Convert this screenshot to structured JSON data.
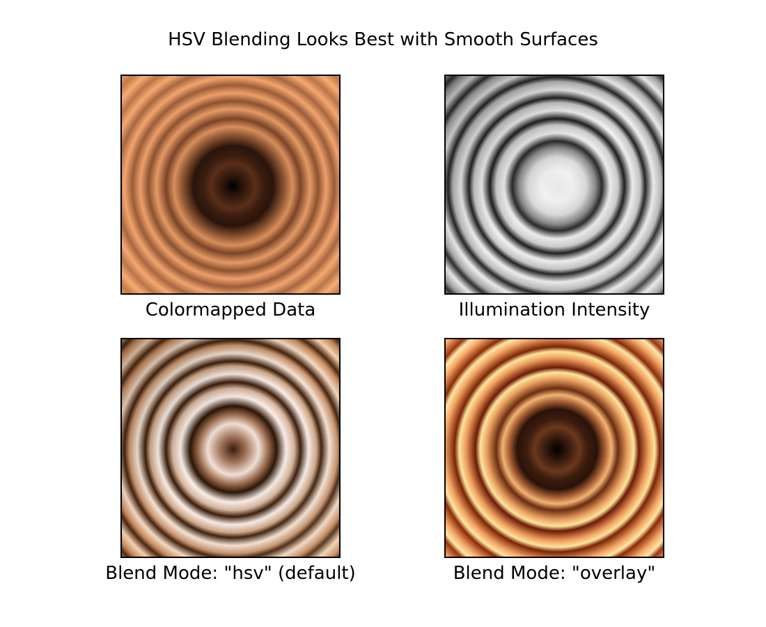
{
  "title": "HSV Blending Looks Best with Smooth Surfaces",
  "panels": [
    {
      "caption": "Colormapped Data"
    },
    {
      "caption": "Illumination Intensity"
    },
    {
      "caption": "Blend Mode: \"hsv\" (default)"
    },
    {
      "caption": "Blend Mode: \"overlay\""
    }
  ],
  "colors": {
    "copper_light": "#f7ad72",
    "copper_mid": "#c07a4b",
    "copper_dark": "#3a1d0f",
    "gray_light": "#f4f4f4",
    "gray_dark": "#1c1c1c",
    "hsv_light": "#fbf0ea",
    "hsv_dark": "#2b1505",
    "overlay_highlight": "#fde49c",
    "overlay_dark": "#6b1b06"
  }
}
